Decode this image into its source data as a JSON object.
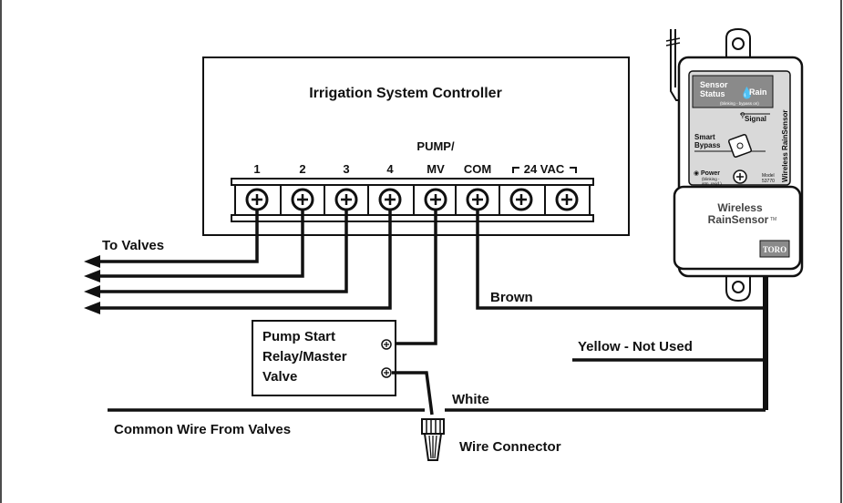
{
  "controller": {
    "title": "Irrigation System Controller",
    "terminals": [
      "1",
      "2",
      "3",
      "4",
      "PUMP/",
      "MV",
      "COM",
      "24 VAC"
    ]
  },
  "labels": {
    "to_valves": "To Valves",
    "brown": "Brown",
    "yellow": "Yellow - Not Used",
    "white": "White",
    "common_wire": "Common Wire From Valves",
    "wire_connector": "Wire Connector"
  },
  "relay": {
    "line1": "Pump Start",
    "line2": "Relay/Master",
    "line3": "Valve"
  },
  "sensor": {
    "status_line1": "Sensor",
    "status_line2": "Status",
    "rain": "Rain",
    "status_note": "(blinking - bypass on)",
    "signal": "Signal",
    "smart": "Smart",
    "bypass": "Bypass",
    "power": "Power",
    "power_note1": "(blinking -",
    "power_note2": "atm. reqd.)",
    "model_label": "Model",
    "model_number": "53770",
    "vertical_brand": "Wireless RainSensor",
    "brand_line1": "Wireless",
    "brand_line2": "RainSensor",
    "brand_mark": "TM",
    "logo": "TORO"
  },
  "colors": {
    "ink": "#111111",
    "panel_gray": "#d9d9d9",
    "dark_gray": "#8a8a8a"
  }
}
